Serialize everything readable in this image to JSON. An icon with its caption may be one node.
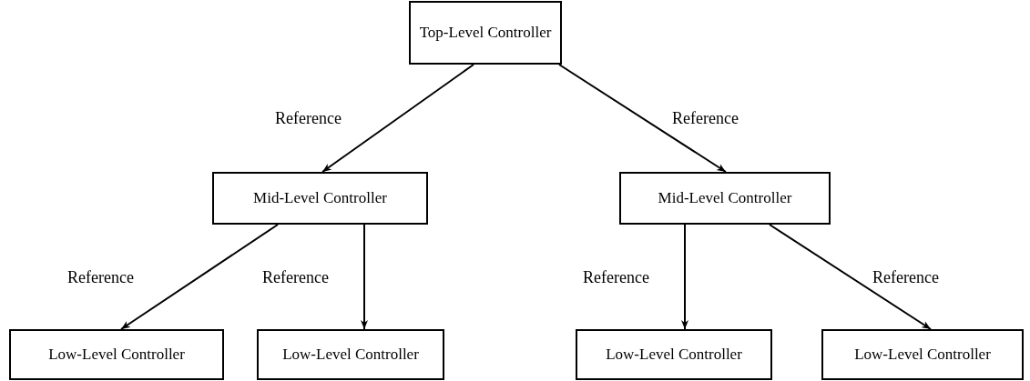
{
  "diagram": {
    "nodes": [
      {
        "text": [
          "Top-Level Controller"
        ]
      },
      {
        "text": [
          "Mid-Level Controller"
        ]
      },
      {
        "text": [
          "Mid-Level Controller"
        ]
      },
      {
        "text": [
          "Low-Level Controller"
        ]
      },
      {
        "text": [
          "Low-Level Controller"
        ]
      },
      {
        "text": [
          "Low-Level Controller"
        ]
      },
      {
        "text": [
          "Low-Level Controller"
        ]
      }
    ],
    "edges": [
      {
        "from": 0,
        "to": 1,
        "arrow": "to",
        "label": "Reference"
      },
      {
        "from": 0,
        "to": 2,
        "arrow": "to",
        "label": "Reference"
      },
      {
        "from": 1,
        "to": 3,
        "arrow": "to",
        "label": "Reference"
      },
      {
        "from": 1,
        "to": 4,
        "arrow": "to",
        "label": "Reference"
      },
      {
        "from": 2,
        "to": 5,
        "arrow": "to",
        "label": "Reference"
      },
      {
        "from": 2,
        "to": 6,
        "arrow": "to",
        "label": "Reference"
      }
    ]
  }
}
